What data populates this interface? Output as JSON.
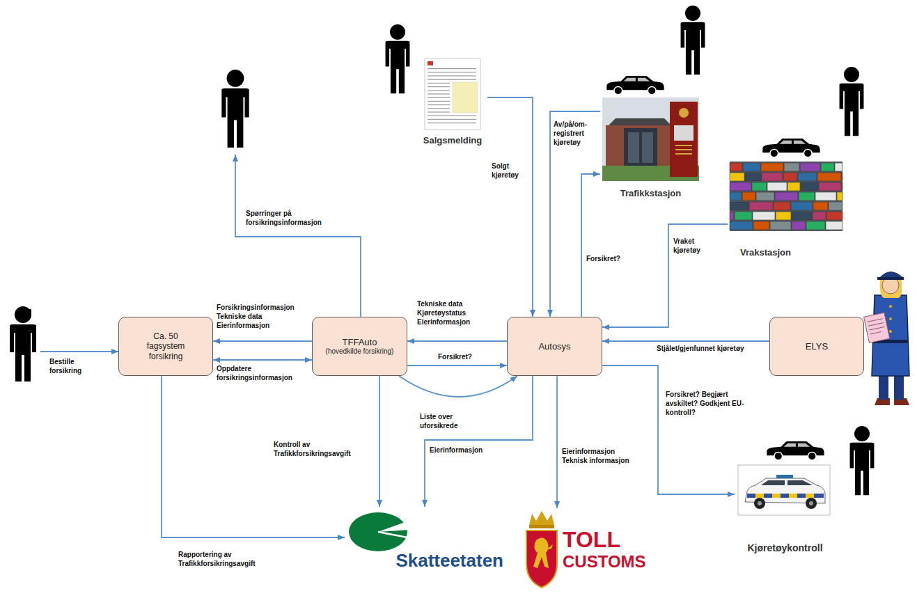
{
  "diagram": {
    "nodes": [
      {
        "text": [
          "Salgsmelding"
        ]
      },
      {
        "text": [
          "Trafikkstasjon"
        ]
      },
      {
        "text": [
          "Vrakstasjon"
        ]
      },
      {
        "text": [
          "Ca. 50 fagsystem forsikring"
        ]
      },
      {
        "text": [
          "TFFAuto",
          "(hovedkilde forsikring)"
        ]
      },
      {
        "text": [
          "Autosys"
        ]
      },
      {
        "text": [
          "ELYS"
        ]
      },
      {
        "text": [
          "Kjøretøykontroll"
        ]
      },
      {
        "text": [
          "Skatteetaten"
        ]
      },
      {
        "text": [
          "TOLL",
          "CUSTOMS"
        ]
      }
    ],
    "edges": [
      {
        "from": 0,
        "to": 5,
        "arrow": "to",
        "label": "Solgt kjøretøy"
      },
      {
        "from": 1,
        "to": 5,
        "arrow": "to",
        "label": "Av/på/om-registrert kjøretøy"
      },
      {
        "from": 5,
        "to": 1,
        "arrow": "to",
        "label": "Forsikret?"
      },
      {
        "from": 2,
        "to": 5,
        "arrow": "to",
        "label": "Vraket kjøretøy"
      },
      {
        "from": 6,
        "to": 5,
        "arrow": "to",
        "label": "Stjålet/gjenfunnet kjøretøy"
      },
      {
        "from": 5,
        "to": 7,
        "arrow": "to",
        "label": "Forsikret? Begjært avskiltet? Godkjent EU-kontroll?"
      },
      {
        "from": 5,
        "to": 9,
        "arrow": "to",
        "label": "Eierinformasjon Teknisk informasjon"
      },
      {
        "from": 5,
        "to": 8,
        "arrow": "to",
        "label": "Eierinformasjon"
      },
      {
        "from": 5,
        "to": 4,
        "arrow": "to",
        "label": "Tekniske data Kjøretøystatus Eierinformasjon"
      },
      {
        "from": 4,
        "to": 5,
        "arrow": "to",
        "label": "Forsikret?"
      },
      {
        "from": 4,
        "to": 5,
        "arrow": "to",
        "label": "Liste over uforsikrede"
      },
      {
        "from": 4,
        "to": 3,
        "arrow": "to",
        "label": "Forsikringsinformasjon Tekniske data Eierinformasjon"
      },
      {
        "from": 3,
        "to": 4,
        "arrow": "both",
        "label": "Oppdatere forsikringsinformasjon"
      },
      {
        "from": 4,
        "to": 8,
        "arrow": "to",
        "label": "Kontroll av Trafikkforsikringsavgift"
      },
      {
        "from": 3,
        "to": 8,
        "arrow": "to",
        "label": "Rapportering av Trafikkforsikringsavgift"
      }
    ],
    "labels": [
      "Bestille forsikring",
      "Spørringer på forsikringsinformasjon"
    ]
  }
}
